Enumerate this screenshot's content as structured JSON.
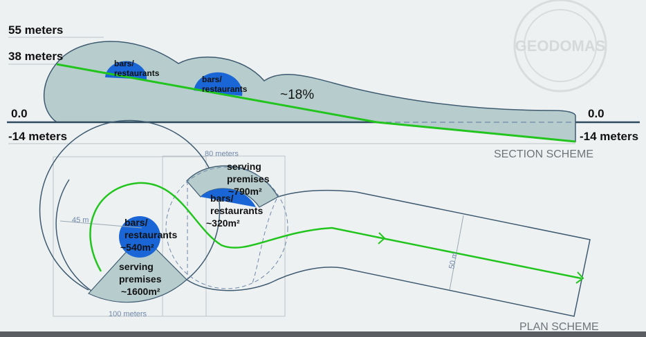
{
  "watermark": "GEODOMAS",
  "section": {
    "caption": "SECTION SCHEME",
    "left_labels": [
      "55 meters",
      "38 meters",
      "0.0",
      "-14 meters"
    ],
    "right_labels": [
      "0.0",
      "-14 meters"
    ],
    "slope": "~18%",
    "rooms": [
      {
        "line1": "bars/",
        "line2": "restaurants"
      },
      {
        "line1": "bars/",
        "line2": "restaurants"
      }
    ]
  },
  "plan": {
    "caption": "PLAN SCHEME",
    "dimensions": {
      "width_big": "100 meters",
      "width_small": "80 meters",
      "radius": "45 m",
      "tube": "50 m"
    },
    "big_dome": {
      "bars": {
        "line1": "bars/",
        "line2": "restaurants",
        "area": "~540m²"
      },
      "serving": {
        "line1": "serving",
        "line2": "premises",
        "area": "~1600m²"
      }
    },
    "small_dome": {
      "bars": {
        "line1": "bars/",
        "line2": "restaurants",
        "area": "~320m²"
      },
      "serving": {
        "line1": "serving",
        "line2": "premises",
        "area": "~790m²"
      }
    }
  },
  "colors": {
    "path": "#22c41e",
    "fill": "#b7cccc",
    "bars": "#1a66d6",
    "outline": "#3d5a70"
  }
}
